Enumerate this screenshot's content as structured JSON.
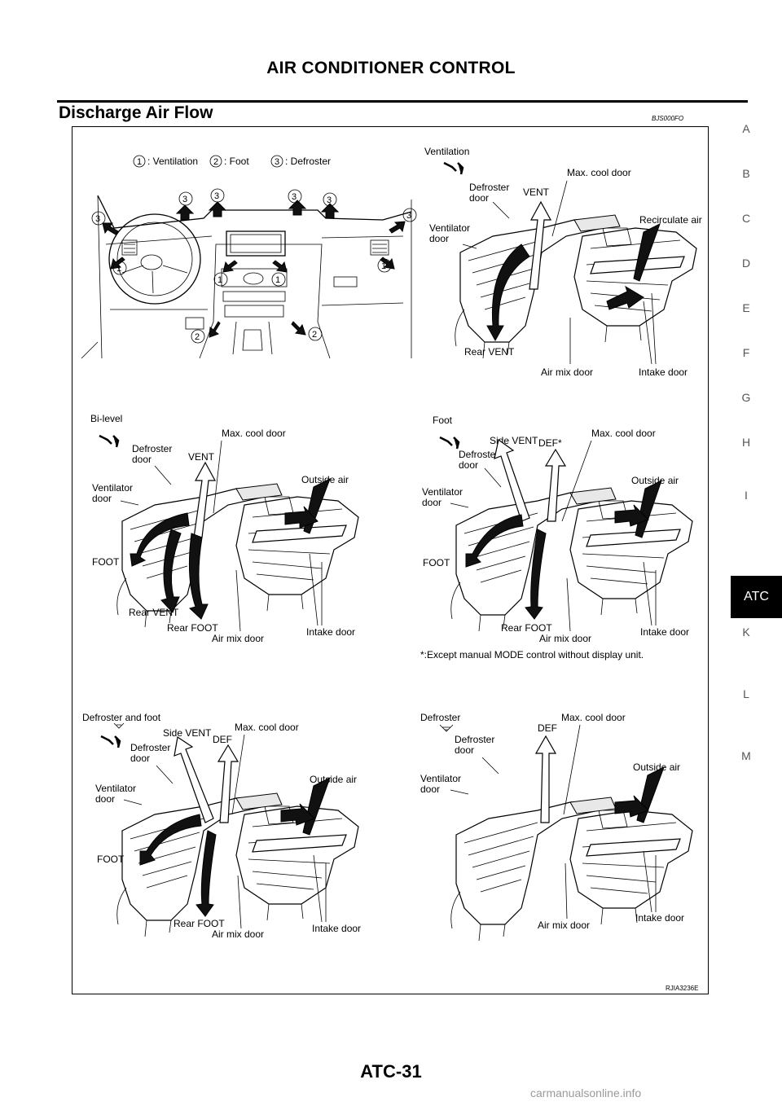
{
  "header": {
    "title": "AIR CONDITIONER CONTROL"
  },
  "section": {
    "title": "Discharge Air Flow",
    "code": "BJS000FO"
  },
  "side_index": [
    "A",
    "B",
    "C",
    "D",
    "E",
    "F",
    "G",
    "H",
    "I",
    "ATC",
    "K",
    "L",
    "M"
  ],
  "side_index_active": "ATC",
  "dashboard": {
    "legend": [
      {
        "num": "1",
        "label": ": Ventilation"
      },
      {
        "num": "2",
        "label": ": Foot"
      },
      {
        "num": "3",
        "label": ": Defroster"
      }
    ]
  },
  "modes": {
    "ventilation": {
      "title": "Ventilation",
      "labels": [
        "Defroster\ndoor",
        "VENT",
        "Max. cool door",
        "Recirculate air",
        "Ventilator\ndoor",
        "Rear VENT",
        "Air mix door",
        "Intake door"
      ]
    },
    "bilevel": {
      "title": "Bi-level",
      "labels": [
        "Defroster\ndoor",
        "VENT",
        "Max. cool door",
        "Outside air",
        "Ventilator\ndoor",
        "FOOT",
        "Rear VENT",
        "Rear FOOT",
        "Air mix door",
        "Intake door"
      ]
    },
    "foot": {
      "title": "Foot",
      "labels": [
        "Side VENT",
        "DEF*",
        "Max. cool door",
        "Defroster\ndoor",
        "Outside air",
        "Ventilator\ndoor",
        "FOOT",
        "Rear FOOT",
        "Air mix door",
        "Intake door"
      ],
      "note": "*:Except manual MODE control without display unit."
    },
    "def_foot": {
      "title": "Defroster and foot",
      "labels": [
        "Side VENT",
        "DEF",
        "Max. cool door",
        "Defroster\ndoor",
        "Outside air",
        "Ventilator\ndoor",
        "FOOT",
        "Rear FOOT",
        "Air mix door",
        "Intake door"
      ]
    },
    "defroster": {
      "title": "Defroster",
      "labels": [
        "DEF",
        "Max. cool door",
        "Defroster\ndoor",
        "Outside air",
        "Ventilator\ndoor",
        "Air mix door",
        "Intake door"
      ]
    }
  },
  "figure_id": "RJIA3236E",
  "page_number": "ATC-31",
  "watermark": "carmanualsonline.info"
}
